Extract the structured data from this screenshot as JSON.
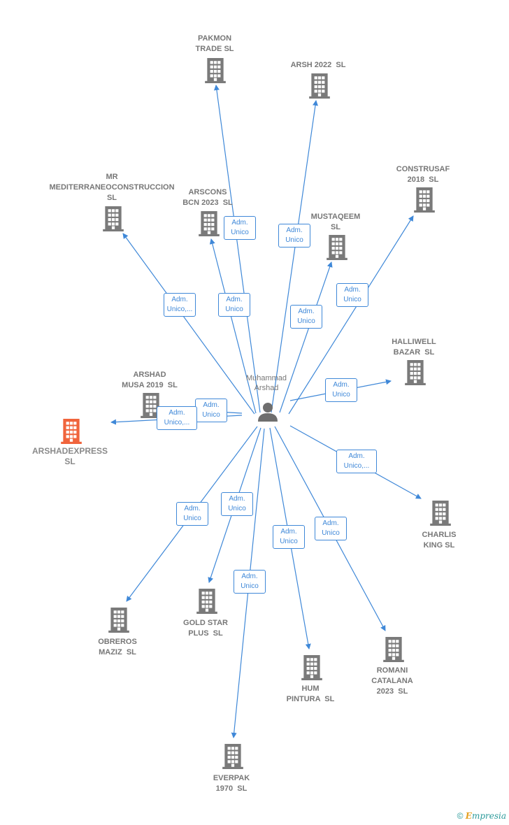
{
  "center": {
    "label": "Muhammad\nArshad"
  },
  "companies": [
    {
      "id": "pakmon",
      "label": "PAKMON\nTRADE SL",
      "main": false
    },
    {
      "id": "arsh2022",
      "label": "ARSH 2022  SL",
      "main": false
    },
    {
      "id": "construsaf",
      "label": "CONSTRUSAF\n2018  SL",
      "main": false
    },
    {
      "id": "mediterraneo",
      "label": "MR\nMEDITERRANEOCONSTRUCCION\nSL",
      "main": false
    },
    {
      "id": "arscons",
      "label": "ARSCONS\nBCN 2023  SL",
      "main": false
    },
    {
      "id": "mustaqeem",
      "label": "MUSTAQEEM\nSL",
      "main": false
    },
    {
      "id": "halliwell",
      "label": "HALLIWELL\nBAZAR  SL",
      "main": false
    },
    {
      "id": "arshadmusa",
      "label": "ARSHAD\nMUSA 2019  SL",
      "main": false
    },
    {
      "id": "arshadexpress",
      "label": "ARSHADEXPRESS\nSL",
      "main": true
    },
    {
      "id": "charlis",
      "label": "CHARLIS\nKING SL",
      "main": false
    },
    {
      "id": "obreros",
      "label": "OBREROS\nMAZIZ  SL",
      "main": false
    },
    {
      "id": "goldstar",
      "label": "GOLD STAR\nPLUS  SL",
      "main": false
    },
    {
      "id": "hum",
      "label": "HUM\nPINTURA  SL",
      "main": false
    },
    {
      "id": "romani",
      "label": "ROMANI\nCATALANA\n2023  SL",
      "main": false
    },
    {
      "id": "everpak",
      "label": "EVERPAK\n1970  SL",
      "main": false
    }
  ],
  "edges": [
    {
      "id": "e-pakmon",
      "label": "Adm.\nUnico"
    },
    {
      "id": "e-arsh2022",
      "label": "Adm.\nUnico"
    },
    {
      "id": "e-construsaf",
      "label": "Adm.\nUnico"
    },
    {
      "id": "e-mediterraneo",
      "label": "Adm.\nUnico,..."
    },
    {
      "id": "e-arscons",
      "label": "Adm.\nUnico"
    },
    {
      "id": "e-mustaqeem",
      "label": "Adm.\nUnico"
    },
    {
      "id": "e-halliwell",
      "label": "Adm.\nUnico"
    },
    {
      "id": "e-arshadmusa",
      "label": "Adm.\nUnico"
    },
    {
      "id": "e-arshadexpress",
      "label": "Adm.\nUnico,..."
    },
    {
      "id": "e-charlis",
      "label": "Adm.\nUnico,..."
    },
    {
      "id": "e-obreros",
      "label": "Adm.\nUnico"
    },
    {
      "id": "e-goldstar",
      "label": "Adm.\nUnico"
    },
    {
      "id": "e-hum",
      "label": "Adm.\nUnico"
    },
    {
      "id": "e-romani",
      "label": "Adm.\nUnico"
    },
    {
      "id": "e-everpak",
      "label": "Adm.\nUnico"
    }
  ],
  "colors": {
    "edge": "#3f88d8",
    "building": "#7a7a7a",
    "building_main": "#f0643c",
    "person": "#6e6e6e"
  },
  "icons": {
    "company": "building-icon",
    "person": "person-icon",
    "copyright": "copyright-icon"
  },
  "footer": {
    "copyright_symbol": "©",
    "brand_first": "E",
    "brand_rest": "mpresia"
  }
}
